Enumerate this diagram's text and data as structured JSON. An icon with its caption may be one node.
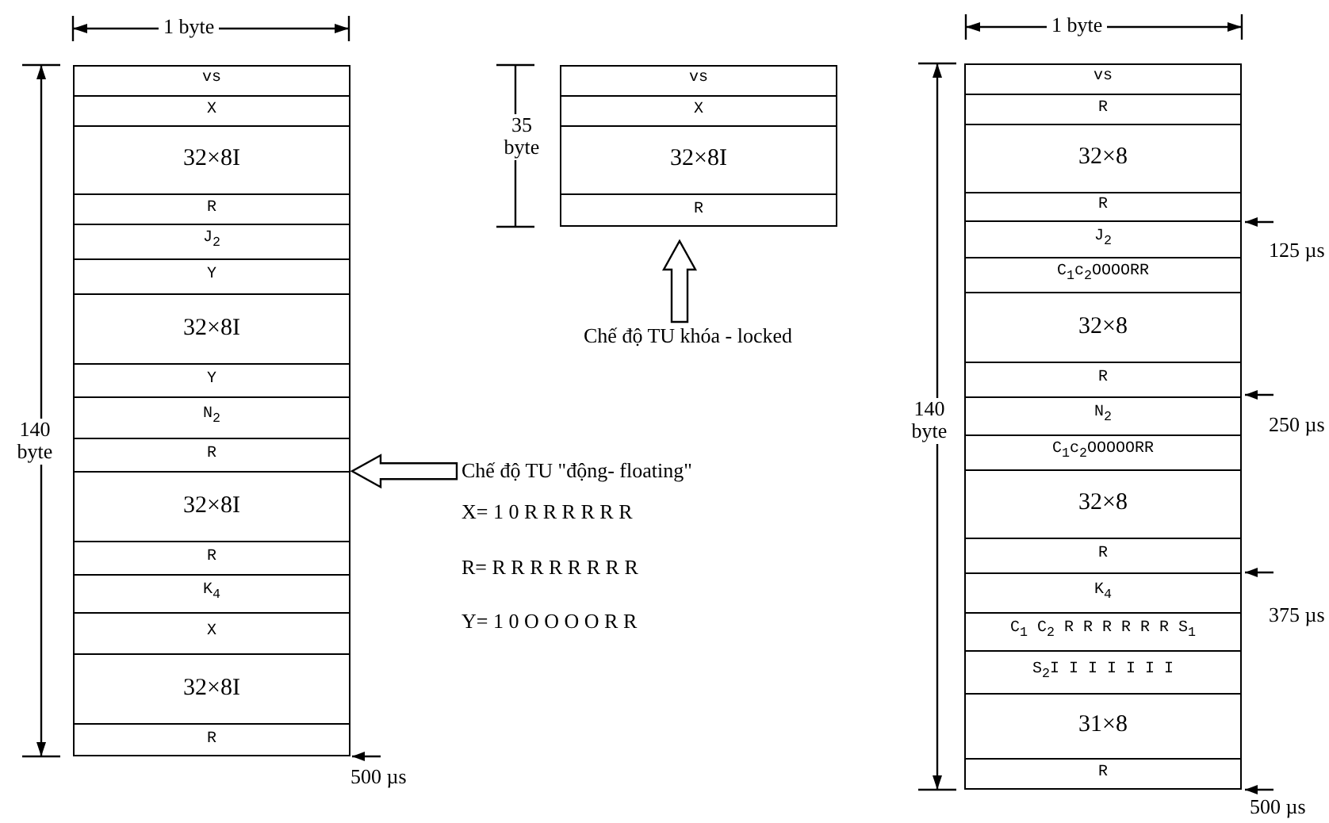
{
  "diagram": {
    "nodes": [
      {
        "text": [],
        "shape": "box"
      },
      {
        "text": [
          "vs"
        ],
        "in": 0
      },
      {
        "text": [
          "X"
        ],
        "in": 0
      },
      {
        "text": [
          "32×8I"
        ],
        "in": 0
      },
      {
        "text": [
          "R"
        ],
        "in": 0
      },
      {
        "text": [
          "J$_{2}$"
        ],
        "in": 0
      },
      {
        "text": [
          "Y"
        ],
        "in": 0
      },
      {
        "text": [
          "32×8I"
        ],
        "in": 0
      },
      {
        "text": [
          "Y"
        ],
        "in": 0
      },
      {
        "text": [
          "N$_{2}$"
        ],
        "in": 0
      },
      {
        "text": [
          "R"
        ],
        "in": 0
      },
      {
        "text": [
          "32×8I"
        ],
        "in": 0
      },
      {
        "text": [
          "R"
        ],
        "in": 0
      },
      {
        "text": [
          "K$_{4}$"
        ],
        "in": 0
      },
      {
        "text": [
          "X"
        ],
        "in": 0
      },
      {
        "text": [
          "32×8I"
        ],
        "in": 0
      },
      {
        "text": [
          "R"
        ],
        "in": 0
      },
      {
        "text": [],
        "shape": "box"
      },
      {
        "text": [
          "vs"
        ],
        "in": 17
      },
      {
        "text": [
          "X"
        ],
        "in": 17
      },
      {
        "text": [
          "32×8I"
        ],
        "in": 17
      },
      {
        "text": [
          "R"
        ],
        "in": 17
      },
      {
        "text": [
          "Chế độ TU  khóa - locked"
        ]
      },
      {
        "text": [
          "Chế độ TU \"động- floating\""
        ]
      },
      {
        "text": [],
        "shape": "box"
      },
      {
        "text": [
          "vs"
        ],
        "in": 24
      },
      {
        "text": [
          "R"
        ],
        "in": 24
      },
      {
        "text": [
          "32×8"
        ],
        "in": 24
      },
      {
        "text": [
          "R"
        ],
        "in": 24
      },
      {
        "text": [
          "J$_{2}$"
        ],
        "in": 24
      },
      {
        "text": [
          "C$_{1}$c$_{2}$OOOORR"
        ],
        "in": 24
      },
      {
        "text": [
          "32×8"
        ],
        "in": 24
      },
      {
        "text": [
          "R"
        ],
        "in": 24
      },
      {
        "text": [
          "N$_{2}$"
        ],
        "in": 24
      },
      {
        "text": [
          "C$_{1}$c$_{2}$OOOOORR"
        ],
        "in": 24
      },
      {
        "text": [
          "32×8"
        ],
        "in": 24
      },
      {
        "text": [
          "R"
        ],
        "in": 24
      },
      {
        "text": [
          "K$_{4}$"
        ],
        "in": 24
      },
      {
        "text": [
          "C$_{1}$ C$_{2}$ R R R R R R S$_{1}$"
        ],
        "in": 24
      },
      {
        "text": [
          "S$_{2}$I I I I I I I"
        ],
        "in": 24
      },
      {
        "text": [
          "31×8"
        ],
        "in": 24
      },
      {
        "text": [
          "R"
        ],
        "in": 24
      }
    ],
    "edges": [
      {
        "from": 22,
        "to": 17,
        "arrow": "to"
      },
      {
        "from": 23,
        "to": 0,
        "arrow": "to"
      }
    ],
    "labels": [
      "1 byte",
      "35 byte",
      "1 byte",
      "140 byte",
      "125 µs",
      "140 byte",
      "250 µs",
      "X=  1 0 R R R R R R",
      "R= R R R R R R R R",
      "375 µs",
      "Y= 1 0 O O O O R R",
      "500 µs",
      "500 µs"
    ]
  }
}
